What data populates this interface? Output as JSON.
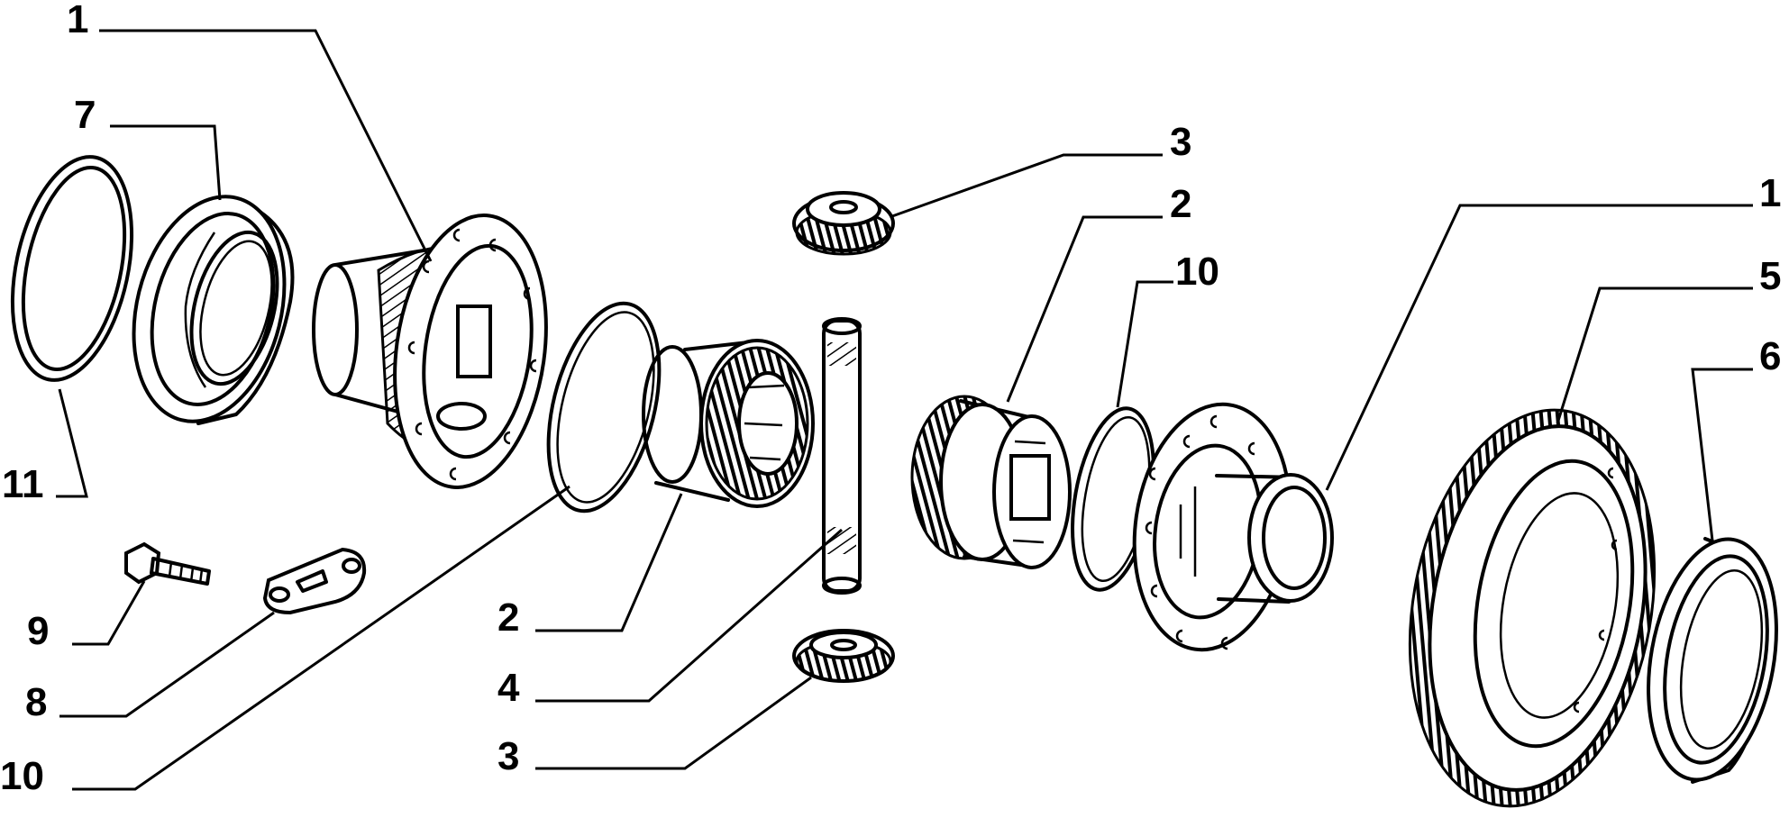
{
  "diagram": {
    "callouts": [
      {
        "id": "c1a",
        "label": "1"
      },
      {
        "id": "c7",
        "label": "7"
      },
      {
        "id": "c11",
        "label": "11"
      },
      {
        "id": "c9",
        "label": "9"
      },
      {
        "id": "c8",
        "label": "8"
      },
      {
        "id": "c10a",
        "label": "10"
      },
      {
        "id": "c2a",
        "label": "2"
      },
      {
        "id": "c4",
        "label": "4"
      },
      {
        "id": "c3b",
        "label": "3"
      },
      {
        "id": "c3a",
        "label": "3"
      },
      {
        "id": "c2b",
        "label": "2"
      },
      {
        "id": "c10b",
        "label": "10"
      },
      {
        "id": "c1b",
        "label": "1"
      },
      {
        "id": "c5",
        "label": "5"
      },
      {
        "id": "c6",
        "label": "6"
      }
    ]
  }
}
